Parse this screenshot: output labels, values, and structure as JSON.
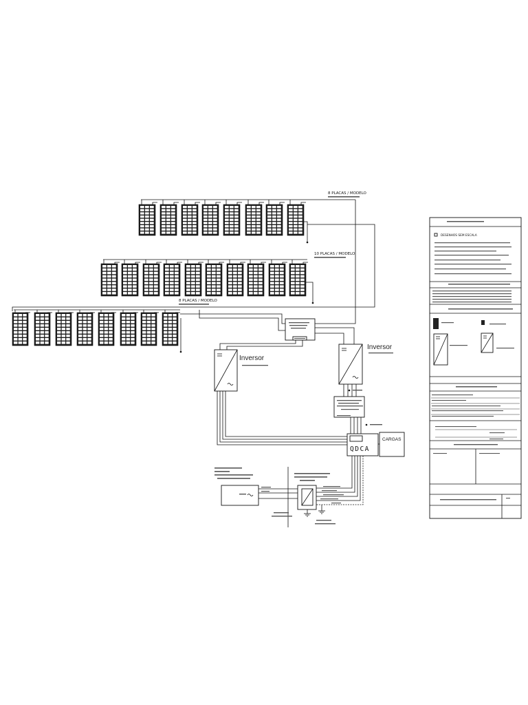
{
  "strings": [
    {
      "label": "8 PLACAS / MODELO"
    },
    {
      "label": "10 PLACAS / MODELO"
    },
    {
      "label": "8 PLACAS / MODELO"
    }
  ],
  "inverters": [
    {
      "label": "Inversor"
    },
    {
      "label": "Inversor"
    }
  ],
  "qdca": {
    "label": "QDCA"
  },
  "loads": {
    "label": "CARGAS"
  },
  "notes": {
    "scale_note": "DESENHOS SEM ESCALA"
  }
}
